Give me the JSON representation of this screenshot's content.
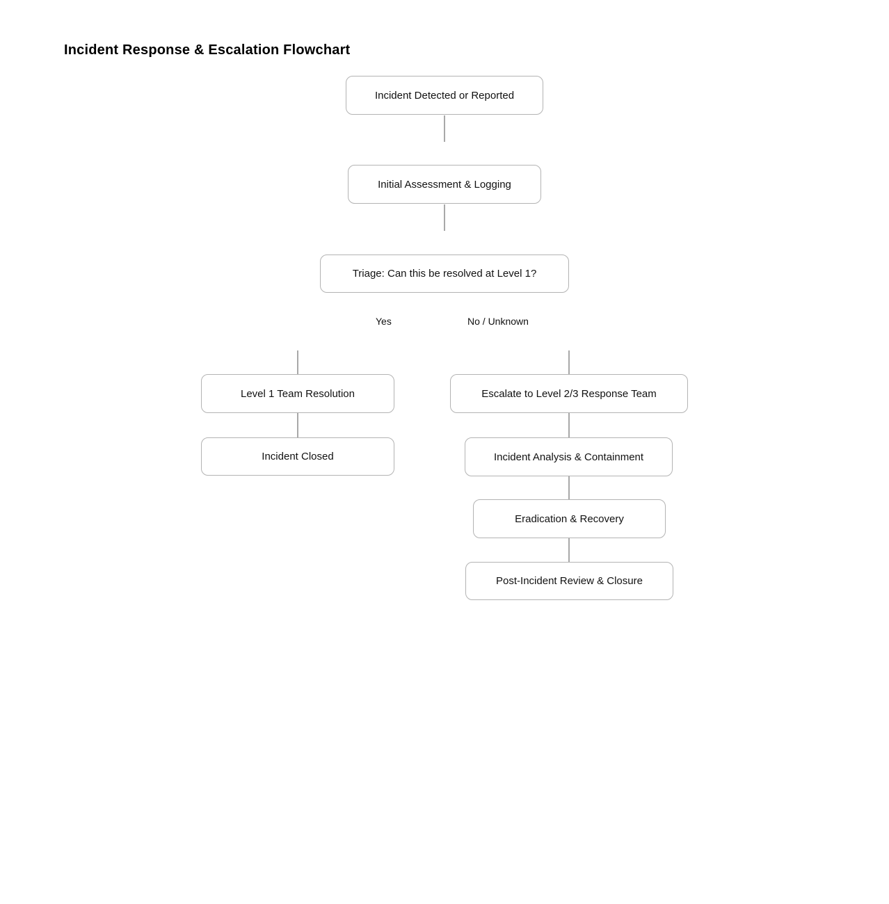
{
  "title": "Incident Response & Escalation Flowchart",
  "flowchart": {
    "nodes": [
      {
        "id": "incident-detected",
        "label": "Incident Detected or Reported"
      },
      {
        "id": "initial-assessment",
        "label": "Initial Assessment & Logging"
      },
      {
        "id": "triage",
        "label": "Triage: Can this be resolved at Level 1?"
      },
      {
        "id": "level1-resolution",
        "label": "Level 1 Team Resolution"
      },
      {
        "id": "escalate",
        "label": "Escalate to Level 2/3 Response Team"
      },
      {
        "id": "incident-closed",
        "label": "Incident Closed"
      },
      {
        "id": "analysis",
        "label": "Incident Analysis & Containment"
      },
      {
        "id": "eradication",
        "label": "Eradication & Recovery"
      },
      {
        "id": "post-incident",
        "label": "Post-Incident Review & Closure"
      }
    ],
    "edges": [
      {
        "from": "incident-detected",
        "to": "initial-assessment",
        "label": ""
      },
      {
        "from": "initial-assessment",
        "to": "triage",
        "label": ""
      },
      {
        "from": "triage",
        "to": "level1-resolution",
        "label": "Yes"
      },
      {
        "from": "triage",
        "to": "escalate",
        "label": "No / Unknown"
      },
      {
        "from": "level1-resolution",
        "to": "incident-closed",
        "label": ""
      },
      {
        "from": "escalate",
        "to": "analysis",
        "label": ""
      },
      {
        "from": "analysis",
        "to": "eradication",
        "label": ""
      },
      {
        "from": "eradication",
        "to": "post-incident",
        "label": ""
      }
    ]
  },
  "colors": {
    "background": "#ffffff",
    "node_border": "#b3b3b3",
    "connector": "#a8a8a8",
    "text": "#111111",
    "title_text": "#000000"
  }
}
